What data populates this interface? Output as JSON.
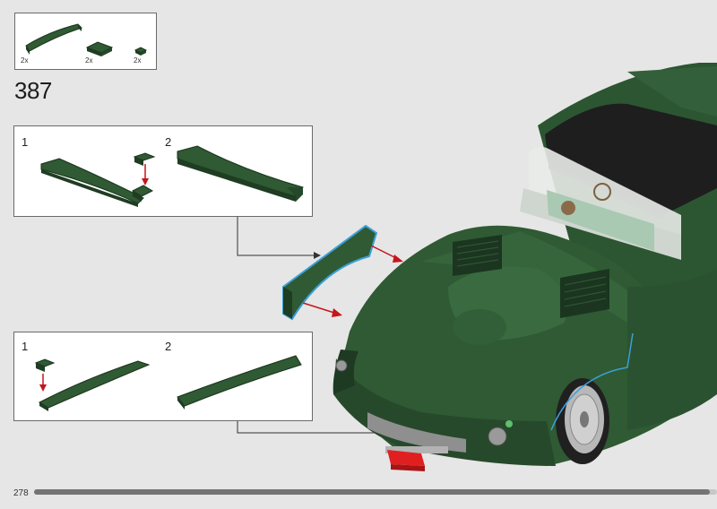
{
  "parts_list": {
    "items": [
      {
        "name": "curved-plate-part",
        "qty": "2x"
      },
      {
        "name": "corner-plate-part",
        "qty": "2x"
      },
      {
        "name": "tile-1x1-part",
        "qty": "2x"
      }
    ]
  },
  "step": {
    "number": "387"
  },
  "submodel_top": {
    "step1": "1",
    "step2": "2"
  },
  "submodel_bottom": {
    "step1": "1",
    "step2": "2"
  },
  "footer": {
    "page_number": "278",
    "progress": 0.99
  },
  "colors": {
    "brick_green": "#2f5a33",
    "brick_dark": "#1f3d22",
    "arrow_red": "#c4161c",
    "highlight_blue": "#3aa0d8",
    "grille_red": "#e02020"
  }
}
